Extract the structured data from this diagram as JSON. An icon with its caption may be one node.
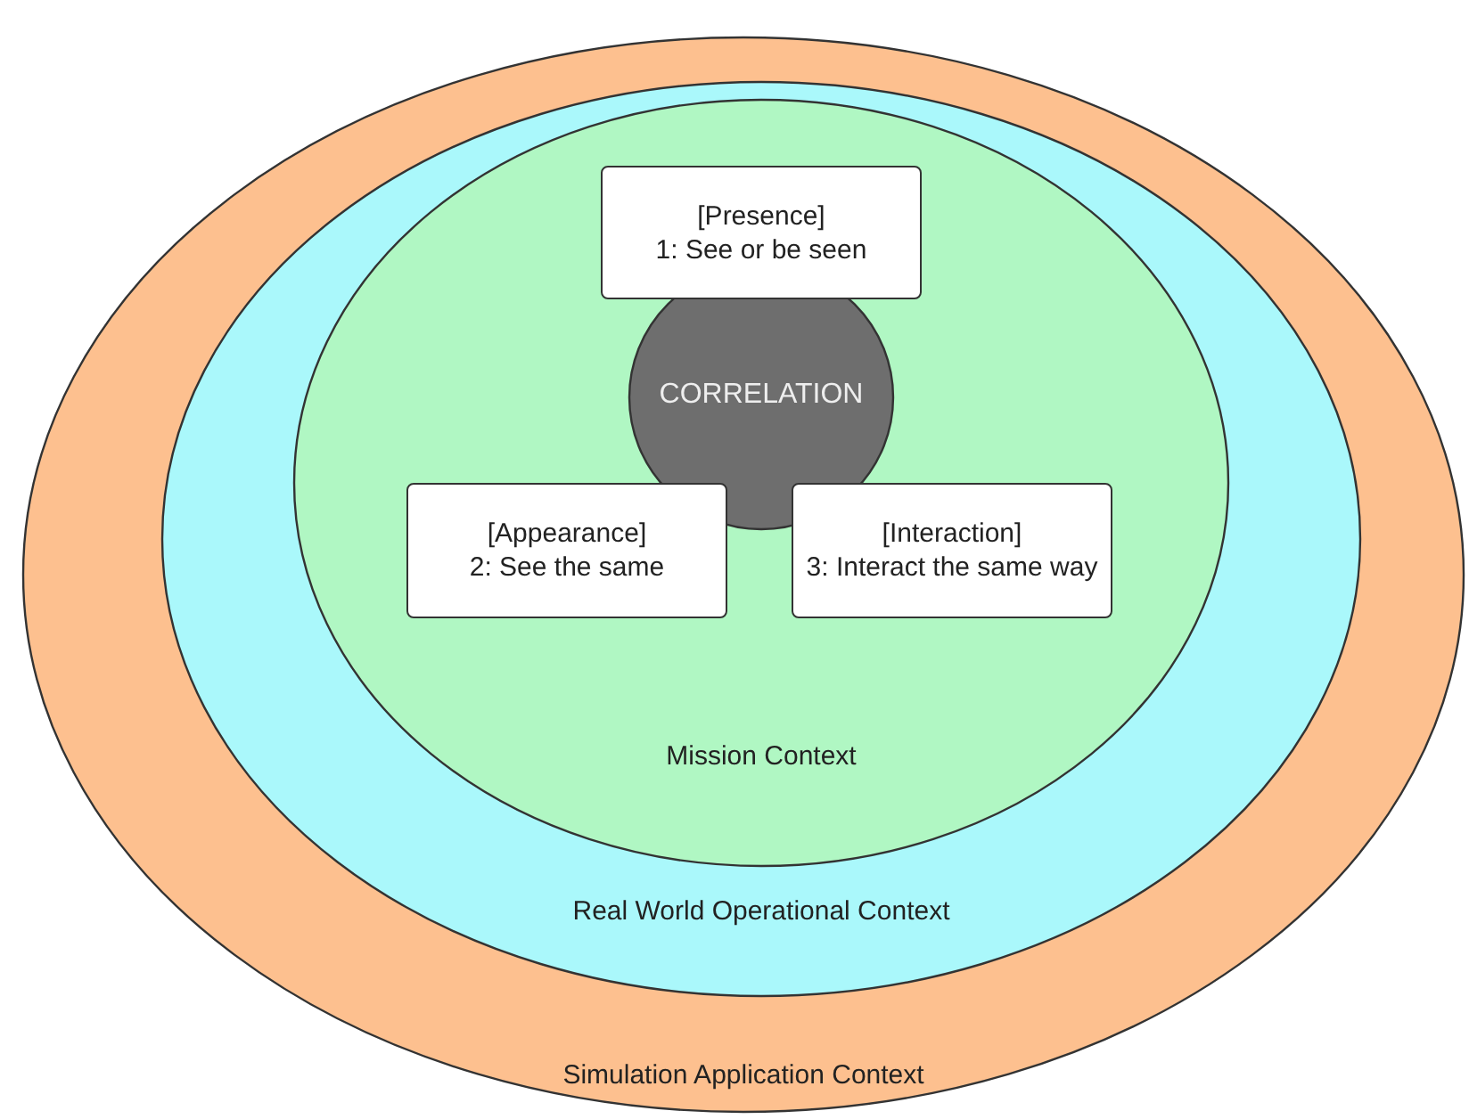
{
  "diagram": {
    "nodes": [
      {
        "text": [
          "Simulation Application Context"
        ]
      },
      {
        "text": [
          "Real World Operational Context"
        ],
        "in": 0
      },
      {
        "text": [
          "Mission Context"
        ],
        "in": 1
      },
      {
        "text": [
          "CORRELATION"
        ],
        "in": 2
      },
      {
        "text": [
          "[Presence]",
          "1: See or be seen"
        ],
        "in": 2
      },
      {
        "text": [
          "[Appearance]",
          "2: See the same"
        ],
        "in": 2
      },
      {
        "text": [
          "[Interaction]",
          "3: Interact the same way"
        ],
        "in": 2
      }
    ],
    "edges": []
  }
}
